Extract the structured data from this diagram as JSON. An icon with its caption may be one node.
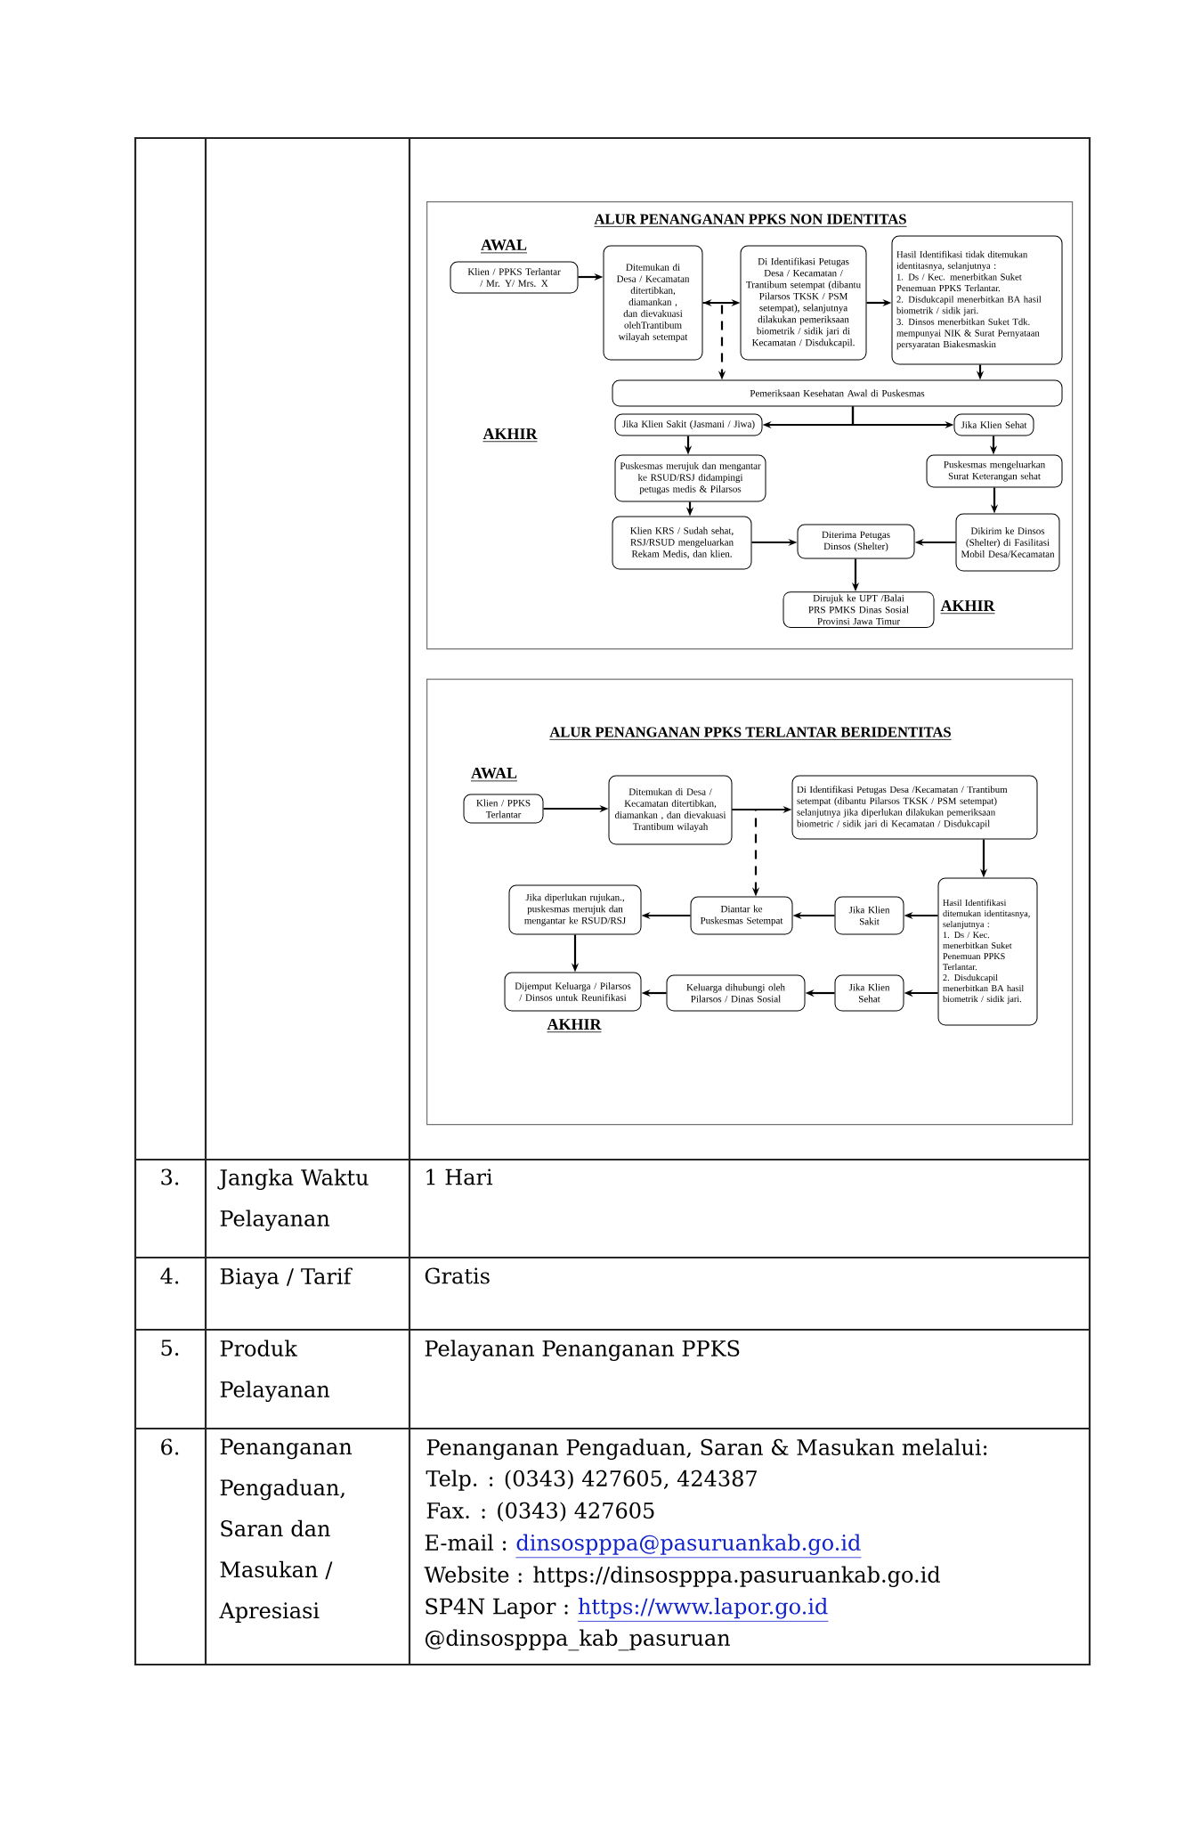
{
  "diagram": {
    "nodes": [
      {
        "text": [
          "ALUR PENANGANAN PPKS NON IDENTITAS",
          "AKHIR"
        ]
      },
      {
        "text": [
          "Klien / PPKS Terlantar / Mr. Y/ Mrs. X"
        ],
        "in": 0,
        "beside": [
          "AWAL"
        ]
      },
      {
        "text": [
          "Ditemukan di Desa / Kecamatan ditertibkan, diamankan , dan dievakuasi olehTrantibum wilayah setempat"
        ],
        "in": 0
      },
      {
        "text": [
          "Di Identifikasi Petugas Desa / Kecamatan / Trantibum setempat (dibantu Pilarsos TKSK / PSM setempat), selanjutnya dilakukan pemeriksaan biometrik / sidik jari di Kecamatan / Disdukcapil."
        ],
        "in": 0
      },
      {
        "text": [
          "Hasil Identifikasi tidak ditemukan identitasnya, selanjutnya :",
          "1. Ds / Kec. menerbitkan Suket Penemuan PPKS Terlantar.",
          "2. Disdukcapil menerbitkan BA hasil biometrik / sidik jari.",
          "3. Dinsos menerbitkan Suket Tdk. mempunyai NIK & Surat Pernyataan persyaratan Biakesmaskin"
        ],
        "in": 0
      },
      {
        "text": [
          "Pemeriksaan Kesehatan Awal di Puskesmas"
        ],
        "in": 0
      },
      {
        "text": [
          "Jika Klien Sakit (Jasmani / Jiwa)"
        ],
        "in": 0
      },
      {
        "text": [
          "Jika Klien Sehat"
        ],
        "in": 0
      },
      {
        "text": [
          "Puskesmas merujuk dan mengantar ke RSUD/RSJ didampingi petugas medis & Pilarsos"
        ],
        "in": 0
      },
      {
        "text": [
          "Puskesmas mengeluarkan Surat Keterangan sehat"
        ],
        "in": 0
      },
      {
        "text": [
          "Klien KRS / Sudah sehat, RSJ/RSUD mengeluarkan Rekam Medis, dan klien."
        ],
        "in": 0
      },
      {
        "text": [
          "Diterima Petugas Dinsos (Shelter)"
        ],
        "in": 0
      },
      {
        "text": [
          "Dikirim ke Dinsos (Shelter) di Fasilitasi Mobil Desa/Kecamatan"
        ],
        "in": 0
      },
      {
        "text": [
          "Dirujuk ke UPT /Balai PRS PMKS Dinas Sosial Provinsi Jawa Timur"
        ],
        "in": 0,
        "beside": [
          "AKHIR"
        ]
      },
      {
        "text": [
          "ALUR PENANGANAN PPKS TERLANTAR BERIDENTITAS"
        ]
      },
      {
        "text": [
          "Klien / PPKS Terlantar"
        ],
        "in": 14,
        "beside": [
          "AWAL"
        ]
      },
      {
        "text": [
          "Ditemukan di Desa / Kecamatan ditertibkan, diamankan , dan dievakuasi Trantibum wilayah"
        ],
        "in": 14
      },
      {
        "text": [
          "Di Identifikasi Petugas Desa /Kecamatan / Trantibum setempat (dibantu Pilarsos TKSK / PSM setempat) selanjutnya jika diperlukan dilakukan pemeriksaan biometric / sidik jari di Kecamatan / Disdukcapil"
        ],
        "in": 14
      },
      {
        "text": [
          "Hasil Identifikasi ditemukan identitasnya, selanjutnya :",
          "1. Ds / Kec. menerbitkan Suket Penemuan PPKS Terlantar.",
          "2. Disdukcapil menerbitkan BA hasil biometrik / sidik jari."
        ],
        "in": 14
      },
      {
        "text": [
          "Jika diperlukan rujukan., puskesmas merujuk dan mengantar ke RSUD/RSJ"
        ],
        "in": 14
      },
      {
        "text": [
          "Diantar ke Puskesmas Setempat"
        ],
        "in": 14
      },
      {
        "text": [
          "Jika Klien Sakit"
        ],
        "in": 14
      },
      {
        "text": [
          "Dijemput Keluarga / Pilarsos / Dinsos untuk Reunifikasi"
        ],
        "in": 14,
        "beside": [
          "AKHIR"
        ]
      },
      {
        "text": [
          "Keluarga dihubungi oleh Pilarsos / Dinas Sosial"
        ],
        "in": 14
      },
      {
        "text": [
          "Jika Klien Sehat"
        ],
        "in": 14
      }
    ],
    "edges": [
      {
        "from": 1,
        "to": 2,
        "arrow": "to"
      },
      {
        "from": 2,
        "to": 3,
        "arrow": "to"
      },
      {
        "from": 2,
        "to": 5,
        "arrow": "both",
        "style": "dashed"
      },
      {
        "from": 3,
        "to": 4,
        "arrow": "to"
      },
      {
        "from": 4,
        "to": 5,
        "arrow": "to"
      },
      {
        "from": 5,
        "to": 6,
        "arrow": "to"
      },
      {
        "from": 5,
        "to": 7,
        "arrow": "to"
      },
      {
        "from": 6,
        "to": 8,
        "arrow": "to"
      },
      {
        "from": 8,
        "to": 10,
        "arrow": "to"
      },
      {
        "from": 7,
        "to": 9,
        "arrow": "to"
      },
      {
        "from": 9,
        "to": 12,
        "arrow": "to"
      },
      {
        "from": 10,
        "to": 11,
        "arrow": "to"
      },
      {
        "from": 12,
        "to": 11,
        "arrow": "to"
      },
      {
        "from": 11,
        "to": 13,
        "arrow": "to"
      },
      {
        "from": 15,
        "to": 16,
        "arrow": "to"
      },
      {
        "from": 16,
        "to": 17,
        "arrow": "to"
      },
      {
        "from": 16,
        "to": 20,
        "arrow": "to",
        "style": "dashed"
      },
      {
        "from": 17,
        "to": 18,
        "arrow": "to"
      },
      {
        "from": 18,
        "to": 21,
        "arrow": "to"
      },
      {
        "from": 21,
        "to": 20,
        "arrow": "to"
      },
      {
        "from": 20,
        "to": 19,
        "arrow": "to"
      },
      {
        "from": 19,
        "to": 22,
        "arrow": "to"
      },
      {
        "from": 18,
        "to": 24,
        "arrow": "to"
      },
      {
        "from": 24,
        "to": 23,
        "arrow": "to"
      },
      {
        "from": 23,
        "to": 22,
        "arrow": "to"
      }
    ],
    "labels": [
      "3.",
      "Jangka Waktu Pelayanan",
      "1 Hari",
      "4.",
      "Biaya / Tarif",
      "Gratis",
      "5.",
      "Produk Pelayanan",
      "Pelayanan Penanganan PPKS",
      "6.",
      "Penanganan Pengaduan, Saran dan Masukan / Apresiasi",
      "Penanganan Pengaduan, Saran & Masukan melalui:",
      "Telp. : (0343) 427605, 424387",
      "Fax. : (0343) 427605",
      "E-mail :",
      "dinsospppa@pasuruankab.go.id",
      "Website : https://dinsospppa.pasuruankab.go.id",
      "SP4N Lapor :",
      "https://www.lapor.go.id",
      "@dinsospppa_kab_pasuruan"
    ]
  }
}
